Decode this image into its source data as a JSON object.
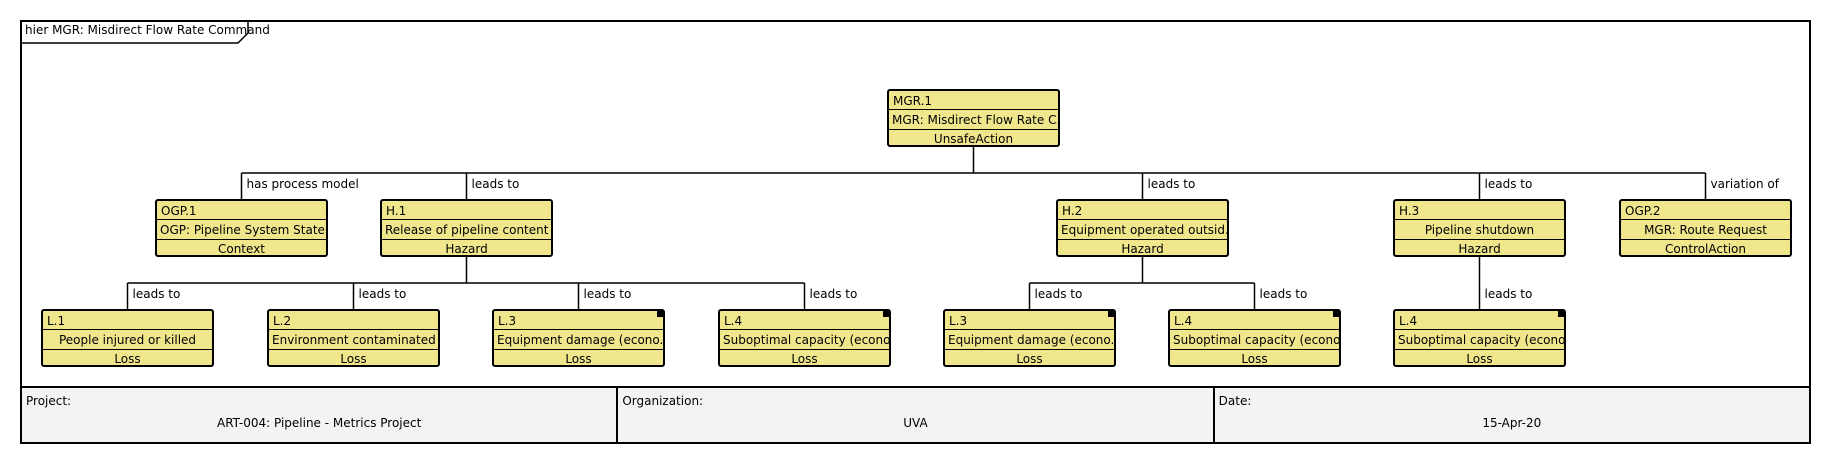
{
  "diagram": {
    "title": "hier MGR: Misdirect Flow Rate Command",
    "nodes": [
      {
        "key": "mgr1",
        "id": "MGR.1",
        "name": "MGR: Misdirect Flow Rate C...",
        "type": "UnsafeAction"
      },
      {
        "key": "ogp1",
        "id": "OGP.1",
        "name": "OGP: Pipeline System State",
        "type": "Context"
      },
      {
        "key": "h1",
        "id": "H.1",
        "name": "Release of pipeline content",
        "type": "Hazard"
      },
      {
        "key": "h2",
        "id": "H.2",
        "name": "Equipment operated outsid...",
        "type": "Hazard"
      },
      {
        "key": "h3",
        "id": "H.3",
        "name": "Pipeline shutdown",
        "type": "Hazard"
      },
      {
        "key": "ogp2",
        "id": "OGP.2",
        "name": "MGR: Route Request",
        "type": "ControlAction"
      },
      {
        "key": "l1",
        "id": "L.1",
        "name": "People injured or killed",
        "type": "Loss"
      },
      {
        "key": "l2",
        "id": "L.2",
        "name": "Environment contaminated",
        "type": "Loss"
      },
      {
        "key": "l3a",
        "id": "L.3",
        "name": "Equipment damage (econo...",
        "type": "Loss"
      },
      {
        "key": "l4a",
        "id": "L.4",
        "name": "Suboptimal capacity (econo...",
        "type": "Loss"
      },
      {
        "key": "l3b",
        "id": "L.3",
        "name": "Equipment damage (econo...",
        "type": "Loss"
      },
      {
        "key": "l4b",
        "id": "L.4",
        "name": "Suboptimal capacity (econo...",
        "type": "Loss"
      },
      {
        "key": "l4c",
        "id": "L.4",
        "name": "Suboptimal capacity (econo...",
        "type": "Loss"
      }
    ],
    "edges": [
      {
        "from": "mgr1",
        "to": "ogp1",
        "label": "has process model"
      },
      {
        "from": "mgr1",
        "to": "h1",
        "label": "leads to"
      },
      {
        "from": "mgr1",
        "to": "h2",
        "label": "leads to"
      },
      {
        "from": "mgr1",
        "to": "h3",
        "label": "leads to"
      },
      {
        "from": "mgr1",
        "to": "ogp2",
        "label": "variation of"
      },
      {
        "from": "h1",
        "to": "l1",
        "label": "leads to"
      },
      {
        "from": "h1",
        "to": "l2",
        "label": "leads to"
      },
      {
        "from": "h1",
        "to": "l3a",
        "label": "leads to"
      },
      {
        "from": "h1",
        "to": "l4a",
        "label": "leads to"
      },
      {
        "from": "h2",
        "to": "l3b",
        "label": "leads to"
      },
      {
        "from": "h2",
        "to": "l4b",
        "label": "leads to"
      },
      {
        "from": "h3",
        "to": "l4c",
        "label": "leads to"
      }
    ],
    "corner_marked": [
      "l3a",
      "l4a",
      "l3b",
      "l4b",
      "l4c"
    ],
    "colors": {
      "node_fill": "#f0e68c",
      "footer_fill": "#f3f3f3",
      "line": "#000000"
    }
  },
  "footer": {
    "project_label": "Project:",
    "project_value": "ART-004: Pipeline - Metrics Project",
    "organization_label": "Organization:",
    "organization_value": "UVA",
    "date_label": "Date:",
    "date_value": "15-Apr-20"
  }
}
